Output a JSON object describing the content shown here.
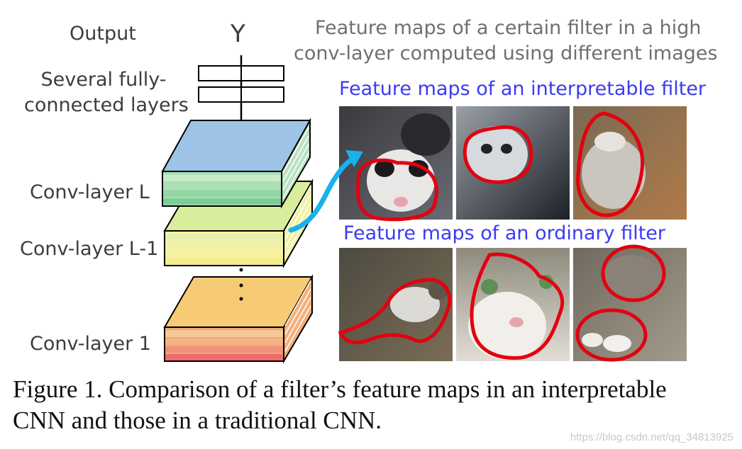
{
  "labels": {
    "output": "Output",
    "y": "Y",
    "fc": [
      "Several fully-",
      "connected layers"
    ],
    "conv_L": "Conv-layer L",
    "conv_L1": "Conv-layer L-1",
    "conv_1": "Conv-layer 1"
  },
  "header": [
    "Feature maps of a certain filter in a high",
    "conv-layer computed using different images"
  ],
  "interpretable_title": "Feature maps of an interpretable filter",
  "ordinary_title": "Feature maps of an ordinary filter",
  "caption": [
    "Figure 1. Comparison of a filter’s feature maps in an interpretable",
    "CNN and those in a traditional CNN."
  ],
  "watermark": "https://blog.csdn.net/qq_34813925",
  "colors": {
    "layer_L_top": "#9dc3e6",
    "layer_L_side": "#a9dfb4",
    "layer_L1_top": "#d9ee9c",
    "layer_L1_side": "#f6f5a3",
    "layer_1_top": "#f7cb75",
    "layer_1_side": "#f28b87",
    "region": "#e3000f",
    "arrow": "#1ab0ee",
    "blue_text": "#3b3bf0"
  }
}
